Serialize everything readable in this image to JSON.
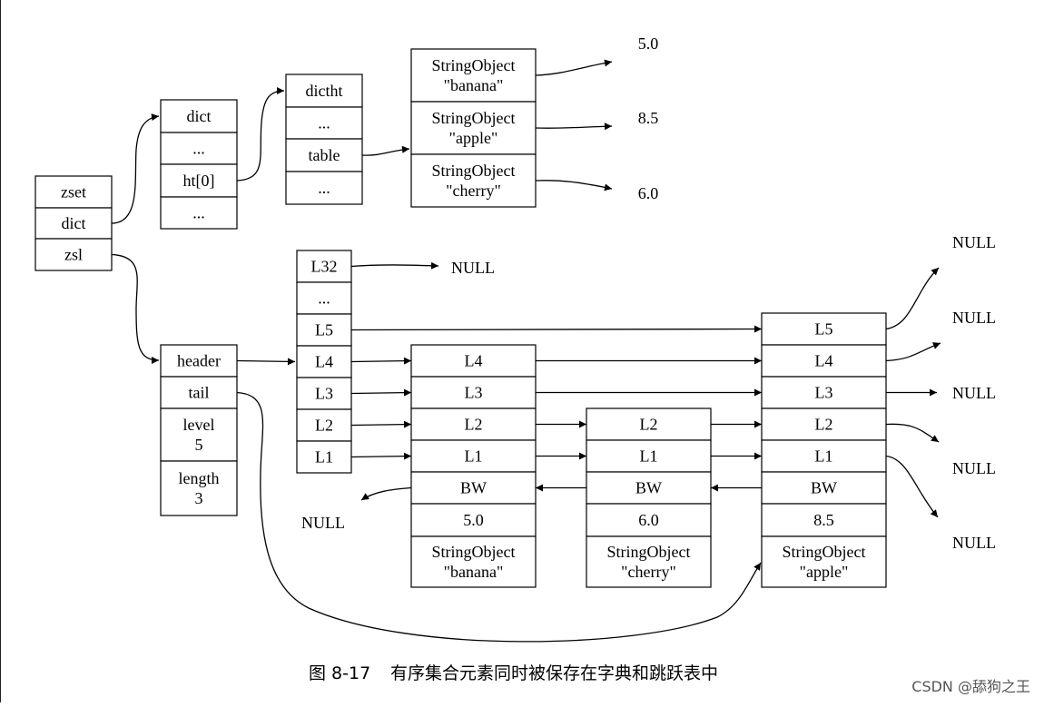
{
  "diagram": {
    "nodes": [
      {
        "id": "zset",
        "cells": [
          [
            "zset"
          ],
          [
            "dict"
          ],
          [
            "zsl"
          ]
        ]
      },
      {
        "id": "dict",
        "cells": [
          [
            "dict"
          ],
          [
            "..."
          ],
          [
            "ht[0]"
          ],
          [
            "..."
          ]
        ]
      },
      {
        "id": "dictht",
        "cells": [
          [
            "dictht"
          ],
          [
            "..."
          ],
          [
            "table"
          ],
          [
            "..."
          ]
        ]
      },
      {
        "id": "table",
        "cells": [
          [
            "StringObject",
            "\"banana\""
          ],
          [
            "StringObject",
            "\"apple\""
          ],
          [
            "StringObject",
            "\"cherry\""
          ]
        ]
      },
      {
        "id": "zsl",
        "cells": [
          [
            "header"
          ],
          [
            "tail"
          ],
          [
            "level",
            "5"
          ],
          [
            "length",
            "3"
          ]
        ]
      },
      {
        "id": "header_node",
        "cells": [
          [
            "L32"
          ],
          [
            "..."
          ],
          [
            "L5"
          ],
          [
            "L4"
          ],
          [
            "L3"
          ],
          [
            "L2"
          ],
          [
            "L1"
          ]
        ]
      },
      {
        "id": "banana_node",
        "cells": [
          [
            "L4"
          ],
          [
            "L3"
          ],
          [
            "L2"
          ],
          [
            "L1"
          ],
          [
            "BW"
          ],
          [
            "5.0"
          ],
          [
            "StringObject",
            "\"banana\""
          ]
        ]
      },
      {
        "id": "cherry_node",
        "cells": [
          [
            "L2"
          ],
          [
            "L1"
          ],
          [
            "BW"
          ],
          [
            "6.0"
          ],
          [
            "StringObject",
            "\"cherry\""
          ]
        ]
      },
      {
        "id": "apple_node",
        "cells": [
          [
            "L5"
          ],
          [
            "L4"
          ],
          [
            "L3"
          ],
          [
            "L2"
          ],
          [
            "L1"
          ],
          [
            "BW"
          ],
          [
            "8.5"
          ],
          [
            "StringObject",
            "\"apple\""
          ]
        ]
      }
    ],
    "free_labels": [
      {
        "id": "val_banana",
        "text": "5.0"
      },
      {
        "id": "val_apple",
        "text": "8.5"
      },
      {
        "id": "val_cherry",
        "text": "6.0"
      },
      {
        "id": "null_l32",
        "text": "NULL"
      },
      {
        "id": "null_bw",
        "text": "NULL"
      },
      {
        "id": "null_r1",
        "text": "NULL"
      },
      {
        "id": "null_r2",
        "text": "NULL"
      },
      {
        "id": "null_r3",
        "text": "NULL"
      },
      {
        "id": "null_r4",
        "text": "NULL"
      },
      {
        "id": "null_r5",
        "text": "NULL"
      }
    ],
    "caption": {
      "figure": "图 8-17",
      "text": "有序集合元素同时被保存在字典和跳跃表中"
    },
    "watermark": "CSDN @舔狗之王"
  }
}
